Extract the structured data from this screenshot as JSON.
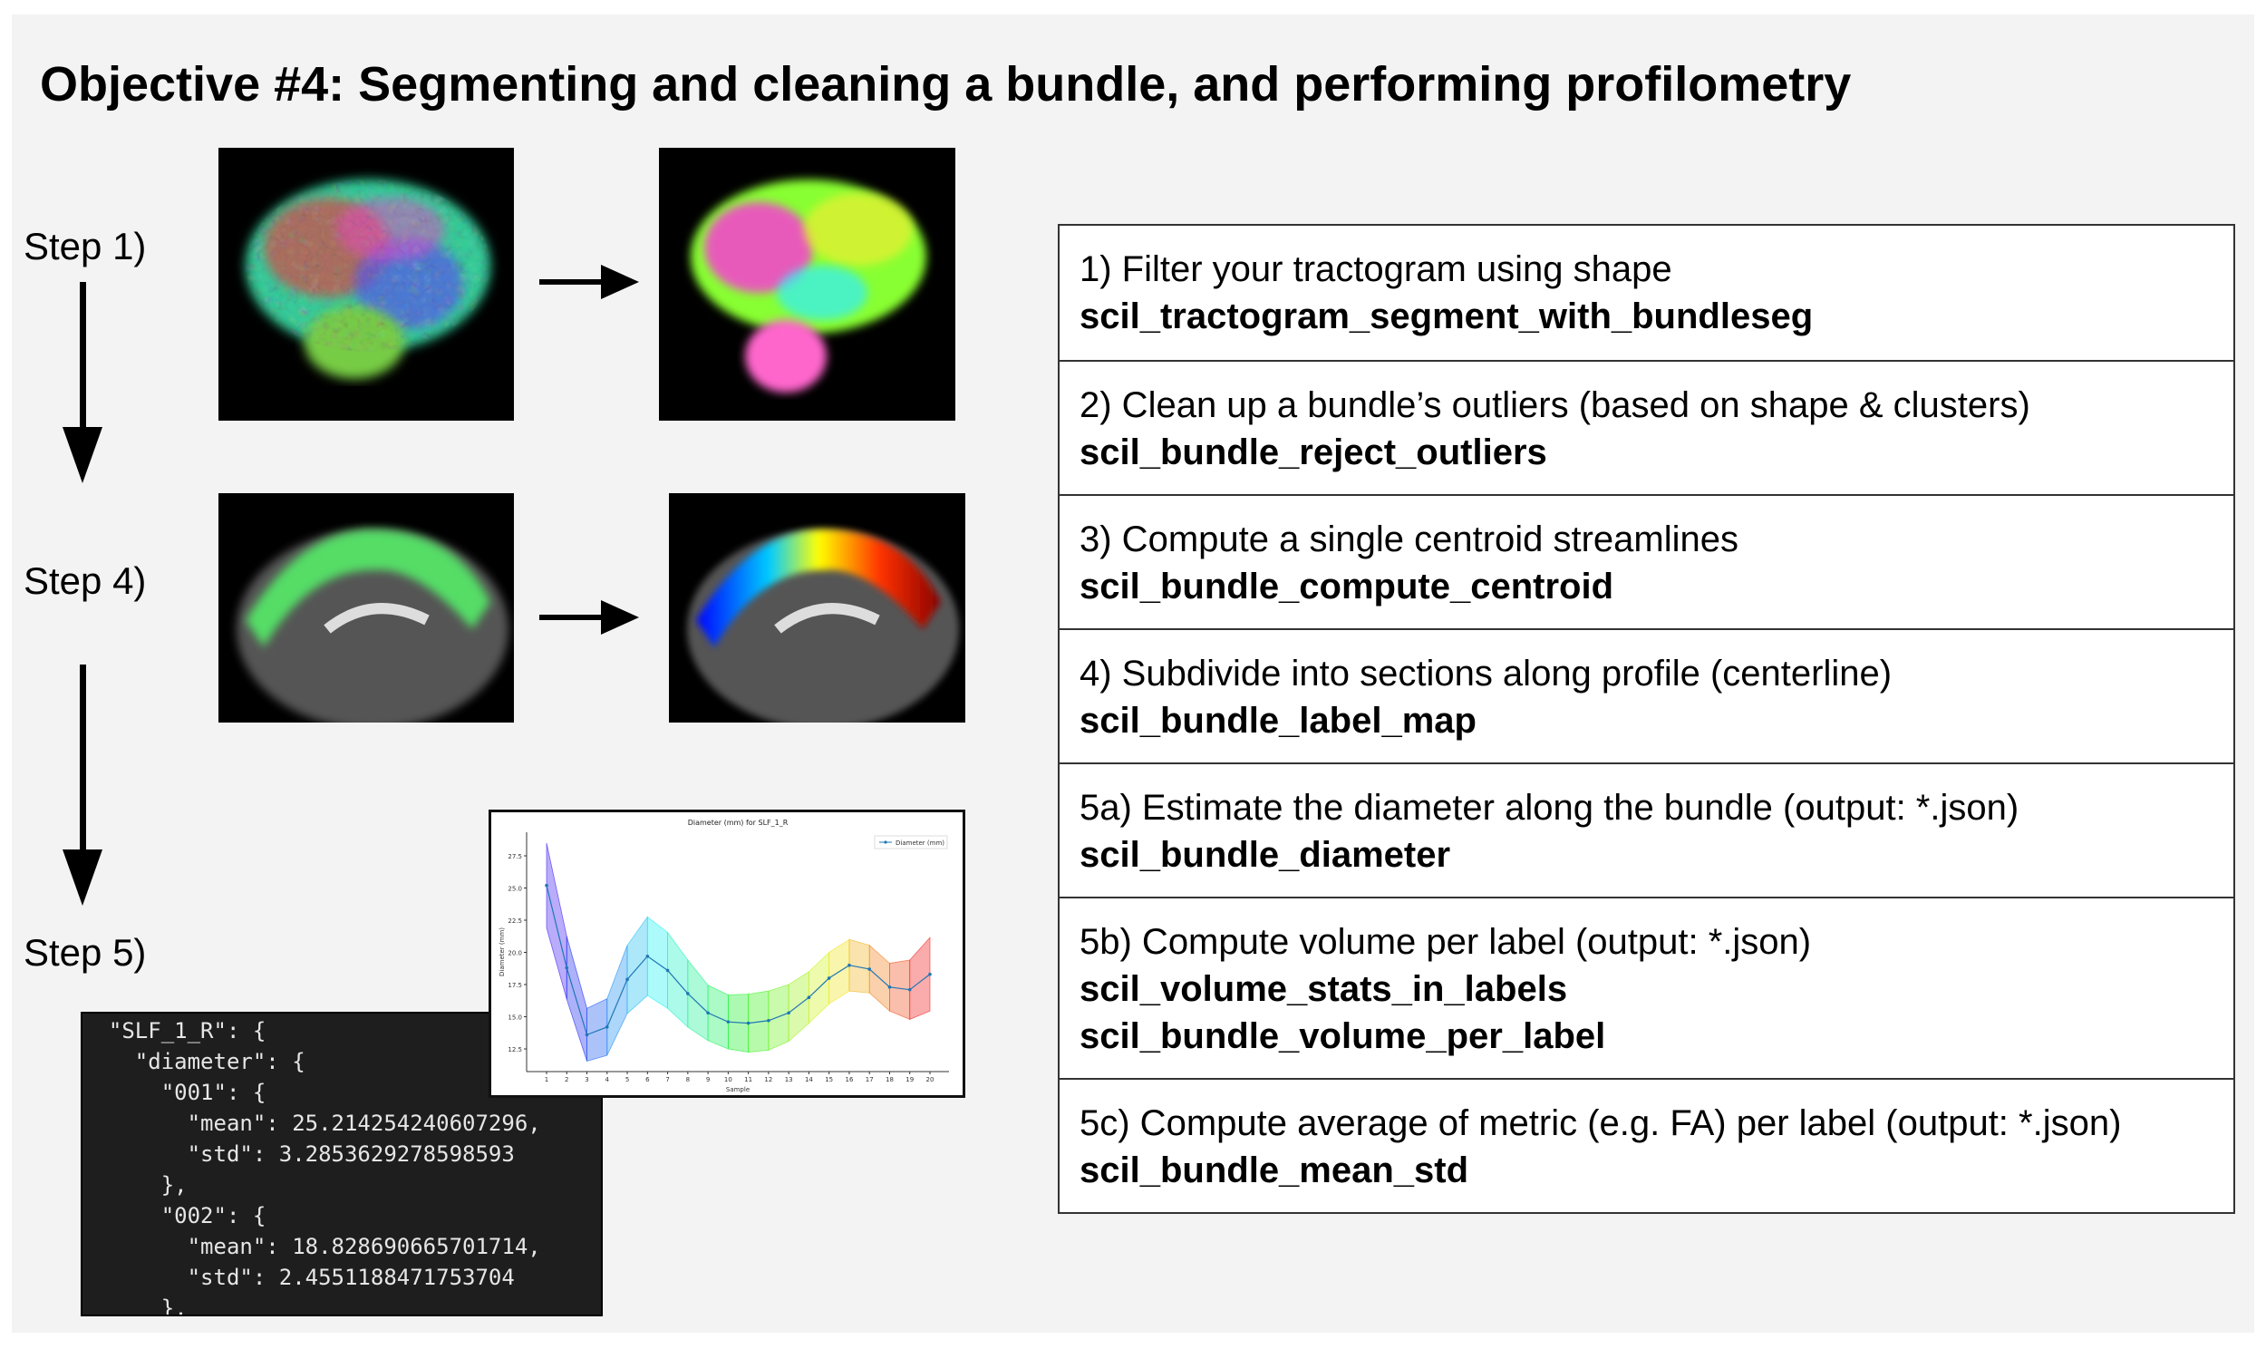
{
  "title": "Objective #4: Segmenting and cleaning a bundle, and performing profilometry",
  "steps": [
    "Step 1)",
    "Step 4)",
    "Step 5)"
  ],
  "table_rows": [
    {
      "desc": "1) Filter your tractogram using shape",
      "cmds": [
        "scil_tractogram_segment_with_bundleseg"
      ]
    },
    {
      "desc": "2) Clean up a bundle’s outliers (based on shape & clusters)",
      "cmds": [
        "scil_bundle_reject_outliers"
      ]
    },
    {
      "desc": "3) Compute a single centroid streamlines",
      "cmds": [
        "scil_bundle_compute_centroid"
      ]
    },
    {
      "desc": "4) Subdivide into sections along profile (centerline)",
      "cmds": [
        "scil_bundle_label_map"
      ]
    },
    {
      "desc": "5a) Estimate the diameter along the bundle (output: *.json)",
      "cmds": [
        "scil_bundle_diameter"
      ]
    },
    {
      "desc": "5b) Compute volume per label (output: *.json)",
      "cmds": [
        "scil_volume_stats_in_labels",
        "scil_bundle_volume_per_label"
      ]
    },
    {
      "desc": "5c) Compute average of metric (e.g. FA) per label (output: *.json)",
      "cmds": [
        "scil_bundle_mean_std"
      ]
    }
  ],
  "code_lines": [
    "  \"SLF_1_R\": {",
    "    \"diameter\": {",
    "      \"001\": {",
    "        \"mean\": 25.214254240607296,",
    "        \"std\": 3.2853629278598593",
    "      },",
    "      \"002\": {",
    "        \"mean\": 18.828690665701714,",
    "        \"std\": 2.4551188471753704",
    "      },"
  ],
  "chart_data": {
    "type": "line",
    "title": "Diameter (mm) for SLF_1_R",
    "xlabel": "Sample",
    "ylabel": "Diameter (mm)",
    "legend": "Diameter (mm)",
    "legend_position": "top-right",
    "x": [
      1,
      2,
      3,
      4,
      5,
      6,
      7,
      8,
      9,
      10,
      11,
      12,
      13,
      14,
      15,
      16,
      17,
      18,
      19,
      20
    ],
    "mean": [
      25.2,
      18.8,
      13.6,
      14.2,
      17.9,
      19.7,
      18.6,
      16.8,
      15.3,
      14.6,
      14.5,
      14.7,
      15.3,
      16.5,
      18.0,
      19.0,
      18.7,
      17.3,
      17.1,
      18.3
    ],
    "std": [
      3.3,
      2.45,
      2.05,
      2.2,
      2.65,
      3.05,
      2.95,
      2.6,
      2.15,
      2.1,
      2.25,
      2.3,
      2.2,
      2.0,
      2.0,
      2.0,
      1.85,
      1.85,
      2.3,
      2.85
    ],
    "yticks": [
      12.5,
      15.0,
      17.5,
      20.0,
      22.5,
      25.0,
      27.5
    ],
    "ylim": [
      10.8,
      29.3
    ],
    "line_color": "#1f77b4"
  }
}
